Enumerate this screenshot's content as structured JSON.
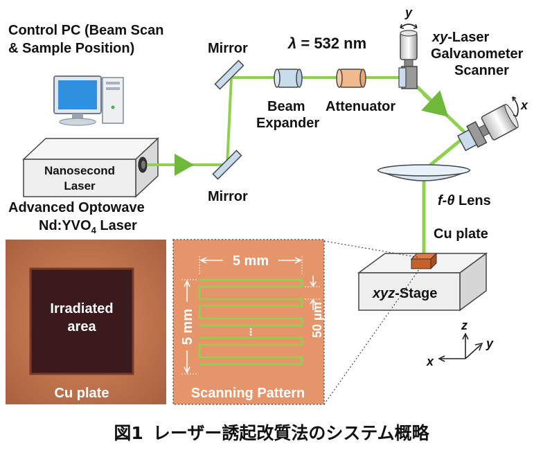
{
  "labels": {
    "control_pc_line1": "Control PC (Beam Scan",
    "control_pc_line2": "& Sample Position)",
    "wavelength_sym": "λ",
    "wavelength_val": " = 532 nm",
    "mirror_top": "Mirror",
    "mirror_bottom": "Mirror",
    "beam_expander_line1": "Beam",
    "beam_expander_line2": "Expander",
    "attenuator": "Attenuator",
    "scanner_y_axis": "y",
    "scanner_line1_italic": "xy",
    "scanner_line1_rest": "-Laser",
    "scanner_line2": "Galvanometer",
    "scanner_line3": "Scanner",
    "scanner_x_axis": "x",
    "laser_box_line1": "Nanosecond",
    "laser_box_line2": "Laser",
    "laser_model_line1": "Advanced Optowave",
    "laser_model_line2_a": "Nd:YVO",
    "laser_model_line2_sub": "4",
    "laser_model_line2_b": " Laser",
    "lens_italic": "f-θ",
    "lens_rest": " Lens",
    "cu_plate_top": "Cu plate",
    "stage_italic": "xyz",
    "stage_rest": "-Stage",
    "axis_z": "z",
    "axis_y": "y",
    "axis_x": "x",
    "photo_irradiated_line1": "Irradiated",
    "photo_irradiated_line2": "area",
    "photo_cu_plate": "Cu plate",
    "pattern_width": "5 mm",
    "pattern_height": "5 mm",
    "pattern_pitch": "50 μm",
    "pattern_title": "Scanning Pattern",
    "pattern_dots": "⋮"
  },
  "caption": {
    "prefix": "図1",
    "text": "レーザー誘起改質法のシステム概略"
  },
  "colors": {
    "beam": "#8fd14f",
    "copper": "#c8784f",
    "copper_dark": "#3a1a1d",
    "pattern_bg": "#e6956a",
    "pattern_line": "#8fd14f",
    "lens": "#d8e6f4",
    "expander": "#c9dcee",
    "attenuator": "#f2b98c",
    "cu_block": "#c8602a"
  }
}
